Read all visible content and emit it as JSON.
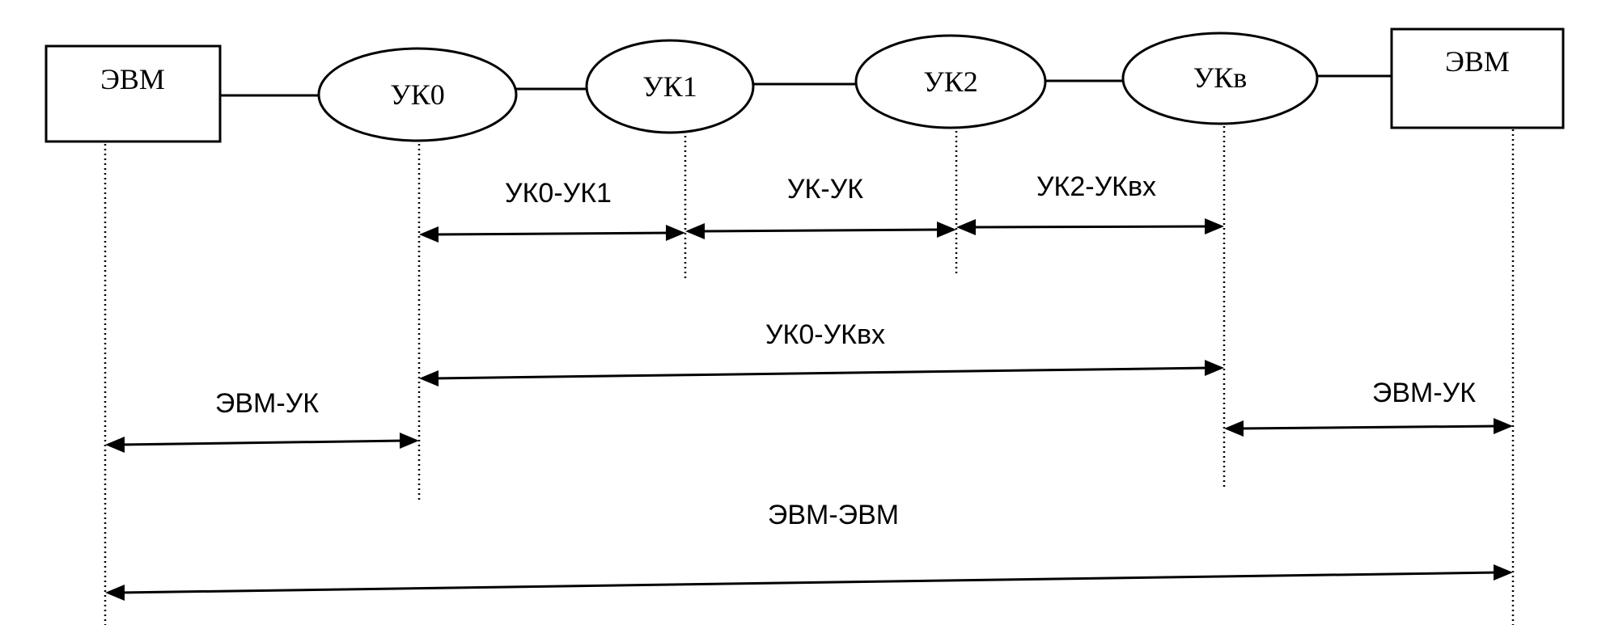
{
  "nodes": [
    {
      "id": "evm_left",
      "label": "ЭВМ",
      "shape": "rect"
    },
    {
      "id": "uk0",
      "label": "УК0",
      "shape": "ellipse"
    },
    {
      "id": "uk1",
      "label": "УК1",
      "shape": "ellipse"
    },
    {
      "id": "uk2",
      "label": "УК2",
      "shape": "ellipse"
    },
    {
      "id": "ukv",
      "label": "УКв",
      "shape": "ellipse"
    },
    {
      "id": "evm_right",
      "label": "ЭВМ",
      "shape": "rect"
    }
  ],
  "spans": [
    {
      "label": "УК0-УК1",
      "from": "uk0",
      "to": "uk1"
    },
    {
      "label": "УК-УК",
      "from": "uk1",
      "to": "uk2"
    },
    {
      "label": "УК2-УКвх",
      "from": "uk2",
      "to": "ukv"
    },
    {
      "label": "УК0-УКвх",
      "from": "uk0",
      "to": "ukv"
    },
    {
      "label": "ЭВМ-УК",
      "from": "evm_left",
      "to": "uk0"
    },
    {
      "label": "ЭВМ-УК",
      "from": "ukv",
      "to": "evm_right"
    },
    {
      "label": "ЭВМ-ЭВМ",
      "from": "evm_left",
      "to": "evm_right"
    }
  ]
}
